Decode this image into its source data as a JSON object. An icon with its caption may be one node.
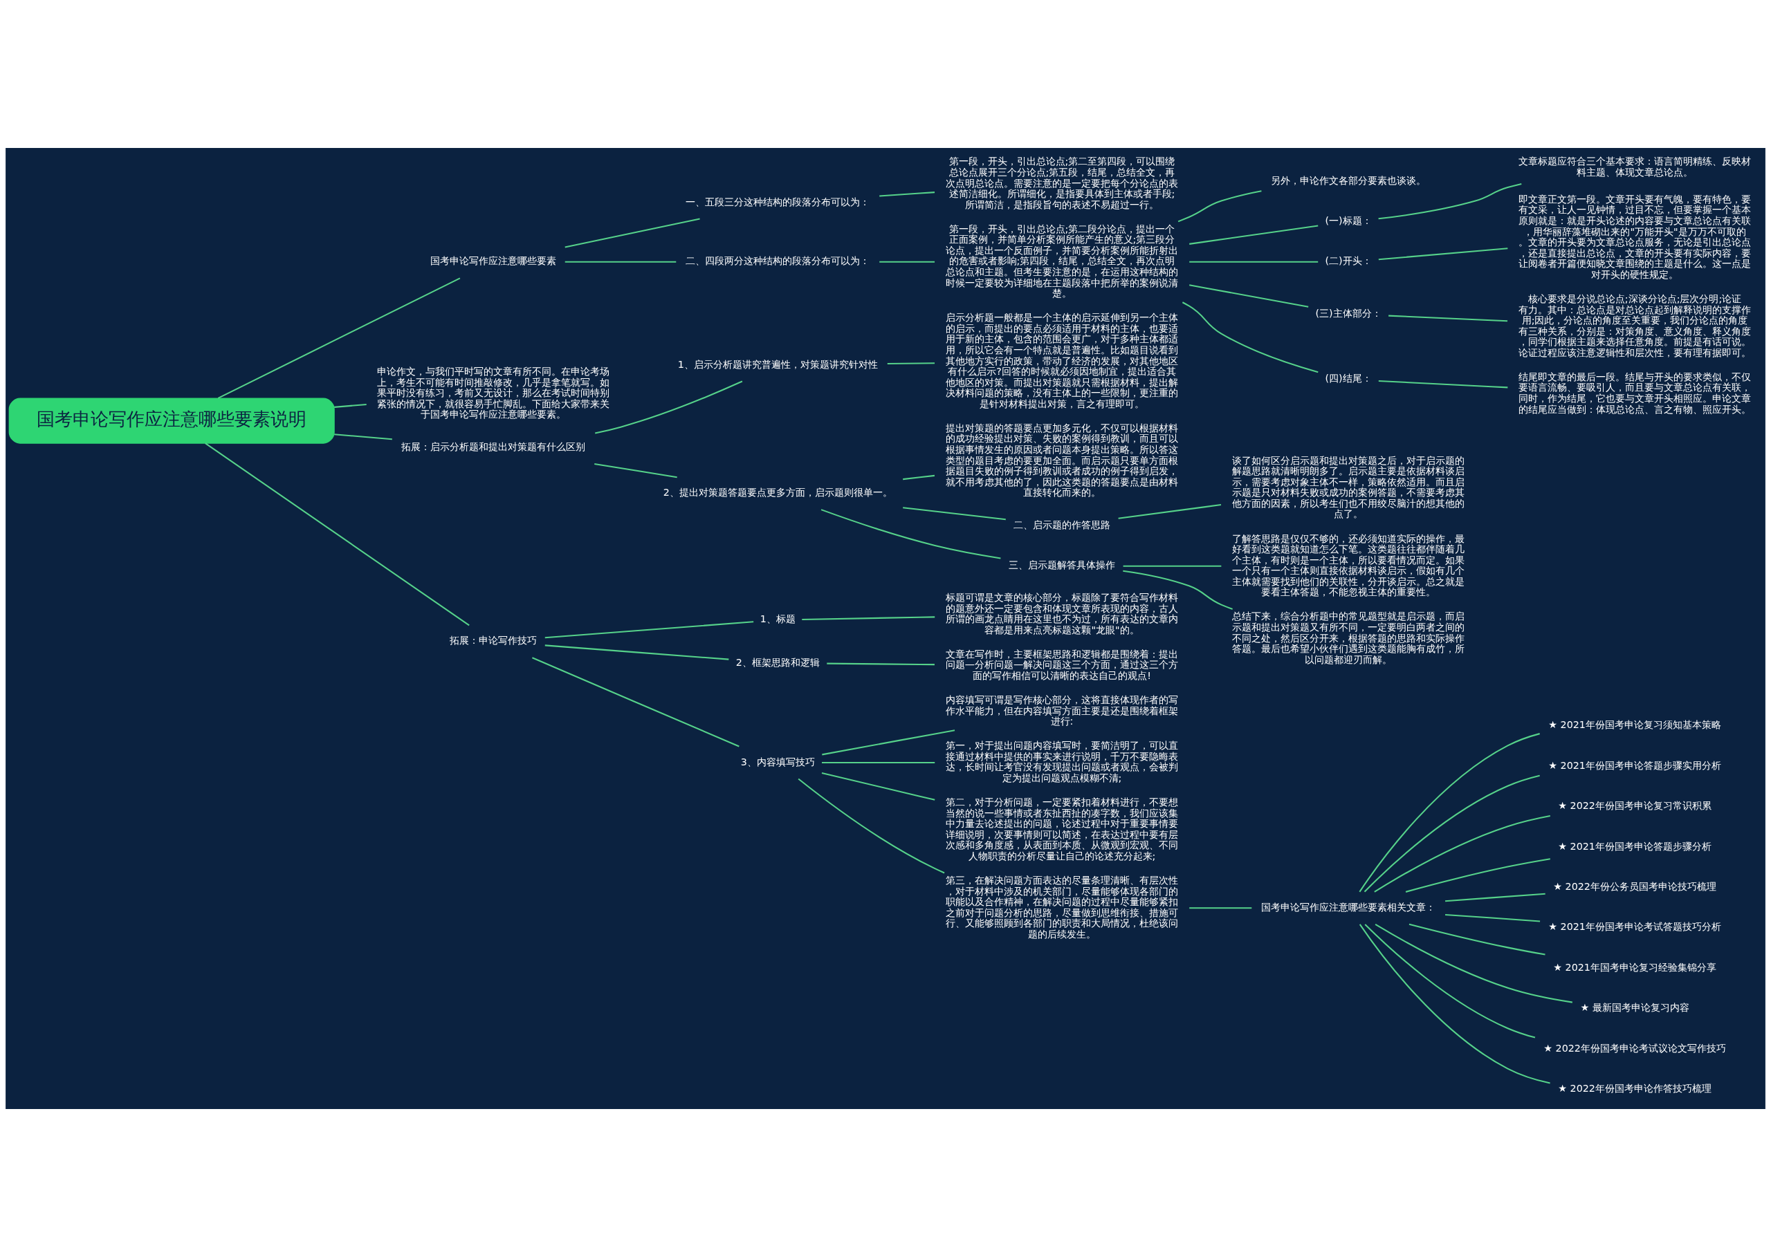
{
  "diagram": {
    "nodes": [
      {
        "text": [
          "国考申论写作应注意哪些要素说明"
        ]
      },
      {
        "text": [
          "国考申论写作应注意哪些要素"
        ]
      },
      {
        "text": [
          "一、五段三分这种结构的段落分布可以为："
        ]
      },
      {
        "text": [
          "第一段，开头，引出总论点;第二至第四段，可以围绕总论点展开三个分论点;第五段，结尾，总结全文，再次点明总论点。需要注意的是一定要把每个分论点的表述简洁细化。所谓细化，是指要具体到主体或者手段;所谓简洁，是指段旨句的表述不易超过一行。"
        ]
      },
      {
        "text": [
          "二、四段两分这种结构的段落分布可以为："
        ]
      },
      {
        "text": [
          "第一段，开头，引出总论点;第二段分论点，提出一个正面案例，并简单分析案例所能产生的意义;第三段分论点，提出一个反面例子，并简要分析案例所能折射出的危害或者影响;第四段，结尾，总结全文，再次点明总论点和主题。但考生要注意的是，在运用这种结构的时候一定要较为详细地在主题段落中把所举的案例说清楚。"
        ]
      },
      {
        "text": [
          "另外，申论作文各部分要素也谈谈。"
        ]
      },
      {
        "text": [
          "(一)标题："
        ]
      },
      {
        "text": [
          "文章标题应符合三个基本要求：语言简明精练、反映材料主题、体现文章总论点。"
        ]
      },
      {
        "text": [
          "(二)开头："
        ]
      },
      {
        "text": [
          "即文章正文第一段。文章开头要有气魄，要有特色，要有文采，让人一见钟情，过目不忘，但要掌握一个基本原则就是：就是开头论述的内容要与文章总论点有关联，用华丽辞藻堆砌出来的\"万能开头\"是万万不可取的。文章的开头要为文章总论点服务，无论是引出总论点，还是直接提出总论点，文章的开头要有实际内容，要让阅卷者开篇便知晓文章围绕的主题是什么。这一点是对开头的硬性规定。"
        ]
      },
      {
        "text": [
          "(三)主体部分："
        ]
      },
      {
        "text": [
          "核心要求是分说总论点;深谈分论点;层次分明;论证有力。其中：总论点是对总论点起到解释说明的支撑作用;因此，分论点的角度至关重要，我们分论点的角度有三种关系，分别是：对策角度、意义角度、释义角度，同学们根据主题来选择任意角度。前提是有话可说。论证过程应该注意逻辑性和层次性，要有理有据即可。"
        ]
      },
      {
        "text": [
          "(四)结尾："
        ]
      },
      {
        "text": [
          "结尾即文章的最后一段。结尾与开头的要求类似，不仅要语言流畅、要吸引人，而且要与文章总论点有关联，同时，作为结尾，它也要与文章开头相照应。申论文章的结尾应当做到：体现总论点、言之有物、照应开头。"
        ]
      },
      {
        "text": [
          "申论作文，与我们平时写的文章有所不同。在申论考场上，考生不可能有时间推敲修改，几乎是拿笔就写。如果平时没有练习，考前又无设计，那么在考试时间特别紧张的情况下，就很容易手忙脚乱。下面给大家带来关于国考申论写作应注意哪些要素。"
        ]
      },
      {
        "text": [
          "拓展：启示分析题和提出对策题有什么区别"
        ]
      },
      {
        "text": [
          "1、启示分析题讲究普遍性，对策题讲究针对性"
        ]
      },
      {
        "text": [
          "启示分析题一般都是一个主体的启示延伸到另一个主体的启示，而提出的要点必须适用于材料的主体，也要适用于新的主体，包含的范围会更广，对于多种主体都适用，所以它会有一个特点就是普遍性。比如题目说看到其他地方实行的政策，带动了经济的发展，对其他地区有什么启示?回答的时候就必须因地制宜，提出适合其他地区的对策。而提出对策题就只需根据材料，提出解决材料问题的策略，没有主体上的一些限制，更注重的是针对材料提出对策，言之有理即可。"
        ]
      },
      {
        "text": [
          "2、提出对策题答题要点更多方面，启示题则很单一。"
        ]
      },
      {
        "text": [
          "提出对策题的答题要点更加多元化，不仅可以根据材料的成功经验提出对策、失败的案例得到教训，而且可以根据事情发生的原因或者问题本身提出策略。所以答这类型的题目考虑的要更加全面。而启示题只要单方面根据题目失败的例子得到教训或者成功的例子得到启发，就不用考虑其他的了，因此这类题的答题要点是由材料直接转化而来的。"
        ]
      },
      {
        "text": [
          "二、启示题的作答思路"
        ]
      },
      {
        "text": [
          "谈了如何区分启示题和提出对策题之后，对于启示题的解题思路就清晰明朗多了。启示题主要是依据材料谈启示，需要考虑对象主体不一样，策略依然适用。而且启示题是只对材料失败或成功的案例答题，不需要考虑其他方面的因素，所以考生们也不用绞尽脑汁的想其他的点了。"
        ]
      },
      {
        "text": [
          "三、启示题解答具体操作"
        ]
      },
      {
        "text": [
          "了解答思路是仅仅不够的，还必须知道实际的操作，最好看到这类题就知道怎么下笔。这类题往往都伴随着几个主体，有时则是一个主体，所以要看情况而定。如果一个只有一个主体则直接依据材料谈启示，假如有几个主体就需要找到他们的关联性，分开谈启示。总之就是要看主体答题，不能忽视主体的重要性。"
        ]
      },
      {
        "text": [
          "总结下来，综合分析题中的常见题型就是启示题，而启示题和提出对策题又有所不同，一定要明白两者之间的不同之处，然后区分开来，根据答题的思路和实际操作答题。最后也希望小伙伴们遇到这类题能胸有成竹，所以问题都迎刃而解。"
        ]
      },
      {
        "text": [
          "拓展：申论写作技巧"
        ]
      },
      {
        "text": [
          "1、标题"
        ]
      },
      {
        "text": [
          "标题可谓是文章的核心部分，标题除了要符合写作材料的题意外还一定要包含和体现文章所表现的内容，古人所谓的画龙点睛用在这里也不为过，所有表达的文章内容都是用来点亮标题这颗\"龙眼\"的。"
        ]
      },
      {
        "text": [
          "2、框架思路和逻辑"
        ]
      },
      {
        "text": [
          "文章在写作时，主要框架思路和逻辑都是围绕着：提出问题—分析问题—解决问题这三个方面，通过这三个方面的写作相信可以清晰的表达自己的观点!"
        ]
      },
      {
        "text": [
          "3、内容填写技巧"
        ]
      },
      {
        "text": [
          "内容填写可谓是写作核心部分，这将直接体现作者的写作水平能力，但在内容填写方面主要是还是围绕着框架进行:"
        ]
      },
      {
        "text": [
          "第一，对于提出问题内容填写时，要简洁明了，可以直接通过材料中提供的事实来进行说明，千万不要隐晦表达，长时间让考官没有发现提出问题或者观点，会被判定为提出问题观点模糊不清;"
        ]
      },
      {
        "text": [
          "第二，对于分析问题，一定要紧扣着材料进行，不要想当然的说一些事情或者东扯西扯的凑字数，我们应该集中力量去论述提出的问题，论述过程中对于重要事情要详细说明，次要事情则可以简述，在表达过程中要有层次感和多角度感，从表面到本质、从微观到宏观、不同人物职责的分析尽量让自己的论述充分起来;"
        ]
      },
      {
        "text": [
          "第三，在解决问题方面表达的尽量条理清晰、有层次性，对于材料中涉及的机关部门，尽量能够体现各部门的职能以及合作精神，在解决问题的过程中尽量能够紧扣之前对于问题分析的思路，尽量做到思维衔接、措施可行、又能够照顾到各部门的职责和大局情况，杜绝该问题的后续发生。"
        ]
      },
      {
        "text": [
          "国考申论写作应注意哪些要素相关文章："
        ]
      },
      {
        "text": [
          "★ 2021年份国考申论复习须知基本策略"
        ]
      },
      {
        "text": [
          "★ 2021年份国考申论答题步骤实用分析"
        ]
      },
      {
        "text": [
          "★ 2022年份国考申论复习常识积累"
        ]
      },
      {
        "text": [
          "★ 2021年份国考申论答题步骤分析"
        ]
      },
      {
        "text": [
          "★ 2022年份公务员国考申论技巧梳理"
        ]
      },
      {
        "text": [
          "★ 2021年份国考申论考试答题技巧分析"
        ]
      },
      {
        "text": [
          "★ 2021年国考申论复习经验集锦分享"
        ]
      },
      {
        "text": [
          "★ 最新国考申论复习内容"
        ]
      },
      {
        "text": [
          "★ 2022年份国考申论考试议论文写作技巧"
        ]
      },
      {
        "text": [
          "★ 2022年份国考申论作答技巧梳理"
        ]
      }
    ],
    "edges": [
      {
        "from": 0,
        "to": 1,
        "arrow": "none"
      },
      {
        "from": 1,
        "to": 2,
        "arrow": "none"
      },
      {
        "from": 2,
        "to": 3,
        "arrow": "none"
      },
      {
        "from": 1,
        "to": 4,
        "arrow": "none"
      },
      {
        "from": 4,
        "to": 5,
        "arrow": "none"
      },
      {
        "from": 5,
        "to": 6,
        "arrow": "none"
      },
      {
        "from": 5,
        "to": 7,
        "arrow": "none"
      },
      {
        "from": 7,
        "to": 8,
        "arrow": "none"
      },
      {
        "from": 5,
        "to": 9,
        "arrow": "none"
      },
      {
        "from": 9,
        "to": 10,
        "arrow": "none"
      },
      {
        "from": 5,
        "to": 11,
        "arrow": "none"
      },
      {
        "from": 11,
        "to": 12,
        "arrow": "none"
      },
      {
        "from": 5,
        "to": 13,
        "arrow": "none"
      },
      {
        "from": 13,
        "to": 14,
        "arrow": "none"
      },
      {
        "from": 0,
        "to": 15,
        "arrow": "none"
      },
      {
        "from": 0,
        "to": 16,
        "arrow": "none"
      },
      {
        "from": 16,
        "to": 17,
        "arrow": "none"
      },
      {
        "from": 17,
        "to": 18,
        "arrow": "none"
      },
      {
        "from": 16,
        "to": 19,
        "arrow": "none"
      },
      {
        "from": 19,
        "to": 20,
        "arrow": "none"
      },
      {
        "from": 19,
        "to": 21,
        "arrow": "none"
      },
      {
        "from": 21,
        "to": 22,
        "arrow": "none"
      },
      {
        "from": 19,
        "to": 23,
        "arrow": "none"
      },
      {
        "from": 23,
        "to": 24,
        "arrow": "none"
      },
      {
        "from": 23,
        "to": 25,
        "arrow": "none"
      },
      {
        "from": 0,
        "to": 26,
        "arrow": "none"
      },
      {
        "from": 26,
        "to": 27,
        "arrow": "none"
      },
      {
        "from": 27,
        "to": 28,
        "arrow": "none"
      },
      {
        "from": 26,
        "to": 29,
        "arrow": "none"
      },
      {
        "from": 29,
        "to": 30,
        "arrow": "none"
      },
      {
        "from": 26,
        "to": 31,
        "arrow": "none"
      },
      {
        "from": 31,
        "to": 32,
        "arrow": "none"
      },
      {
        "from": 31,
        "to": 33,
        "arrow": "none"
      },
      {
        "from": 31,
        "to": 34,
        "arrow": "none"
      },
      {
        "from": 31,
        "to": 35,
        "arrow": "none"
      },
      {
        "from": 35,
        "to": 36,
        "arrow": "none"
      },
      {
        "from": 36,
        "to": 37,
        "arrow": "none"
      },
      {
        "from": 36,
        "to": 38,
        "arrow": "none"
      },
      {
        "from": 36,
        "to": 39,
        "arrow": "none"
      },
      {
        "from": 36,
        "to": 40,
        "arrow": "none"
      },
      {
        "from": 36,
        "to": 41,
        "arrow": "none"
      },
      {
        "from": 36,
        "to": 42,
        "arrow": "none"
      },
      {
        "from": 36,
        "to": 43,
        "arrow": "none"
      },
      {
        "from": 36,
        "to": 44,
        "arrow": "none"
      },
      {
        "from": 36,
        "to": 45,
        "arrow": "none"
      },
      {
        "from": 36,
        "to": 46,
        "arrow": "none"
      }
    ]
  }
}
